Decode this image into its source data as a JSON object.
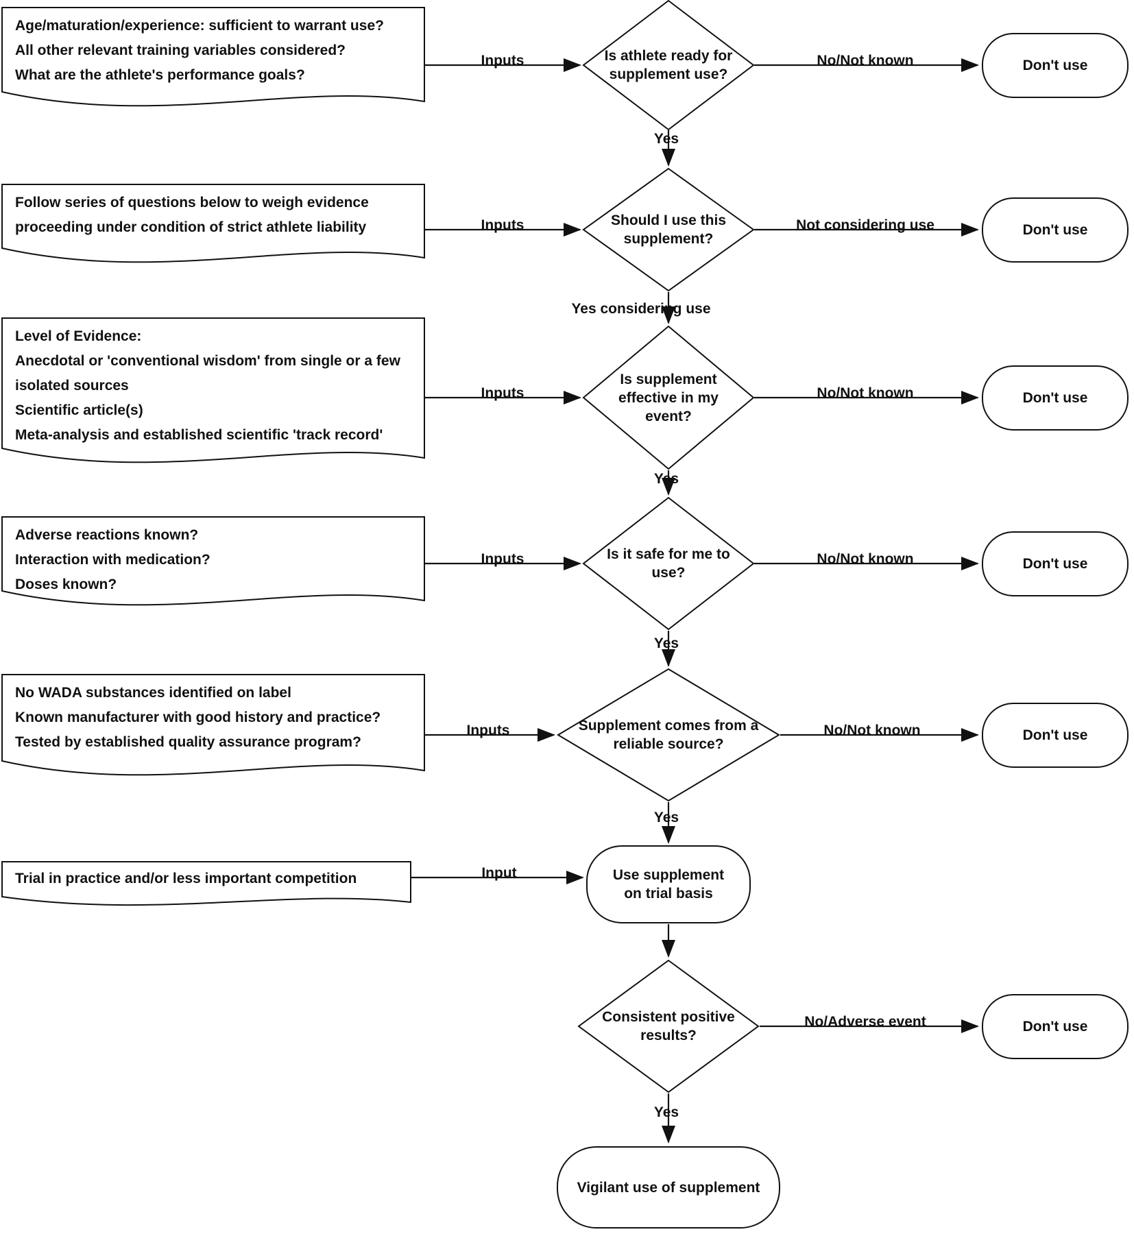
{
  "flow": {
    "colors": {
      "line": "#111111",
      "background": "#ffffff"
    },
    "steps": [
      {
        "input_lines": [
          "Age/maturation/experience: sufficient to warrant use?",
          "All other relevant training variables considered?",
          "What are the athlete's performance goals?"
        ],
        "arrow_label": "Inputs",
        "question": "Is athlete ready for supplement use?",
        "fail_label": "No/Not known",
        "fail_result": "Don't use",
        "pass_label": "Yes"
      },
      {
        "input_lines": [
          "Follow series of questions below to weigh evidence proceeding under condition of strict athlete liability"
        ],
        "arrow_label": "Inputs",
        "question": "Should I use this supplement?",
        "fail_label": "Not considering use",
        "fail_result": "Don't use",
        "pass_label": "Yes considering use"
      },
      {
        "input_lines": [
          "Level of Evidence:",
          "Anecdotal or 'conventional wisdom' from single or a few isolated sources",
          "Scientific article(s)",
          "Meta-analysis and established scientific 'track record'"
        ],
        "arrow_label": "Inputs",
        "question": "Is supplement effective in my event?",
        "fail_label": "No/Not known",
        "fail_result": "Don't use",
        "pass_label": "Yes"
      },
      {
        "input_lines": [
          "Adverse reactions known?",
          "Interaction with medication?",
          "Doses known?"
        ],
        "arrow_label": "Inputs",
        "question": "Is it safe for me to use?",
        "fail_label": "No/Not known",
        "fail_result": "Don't use",
        "pass_label": "Yes"
      },
      {
        "input_lines": [
          "No WADA substances identified on label",
          "Known manufacturer with good history and practice?",
          "Tested by established quality assurance program?"
        ],
        "arrow_label": "Inputs",
        "question": "Supplement comes from a reliable source?",
        "fail_label": "No/Not known",
        "fail_result": "Don't use",
        "pass_label": "Yes"
      },
      {
        "input_lines": [
          "Trial in practice and/or less important competition"
        ],
        "arrow_label": "Input",
        "action": "Use supplement on trial basis"
      },
      {
        "question": "Consistent positive results?",
        "fail_label": "No/Adverse event",
        "fail_result": "Don't use",
        "pass_label": "Yes"
      },
      {
        "action": "Vigilant use of supplement"
      }
    ]
  }
}
